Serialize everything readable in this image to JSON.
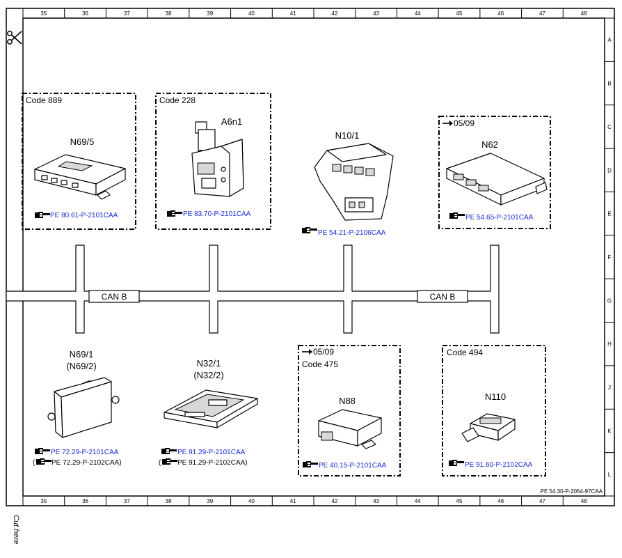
{
  "ruler": {
    "columns": [
      "35",
      "36",
      "37",
      "38",
      "39",
      "40",
      "41",
      "42",
      "43",
      "44",
      "45",
      "46",
      "47",
      "48"
    ],
    "rows": [
      "A",
      "B",
      "C",
      "D",
      "E",
      "F",
      "G",
      "H",
      "J",
      "K",
      "L"
    ]
  },
  "cut_label": "Cut here",
  "drawing_ref": "PE 54.30-P-2054-97CAA",
  "bus": {
    "left_label": "CAN B",
    "right_label": "CAN B"
  },
  "top_components": [
    {
      "code": "Code 889",
      "name": "N69/5",
      "ref": "PE 80.61-P-2101CAA"
    },
    {
      "code": "Code 228",
      "name": "A6n1",
      "ref": "PE 83.70-P-2101CAA"
    },
    {
      "name": "N10/1",
      "ref": "PE 54.21-P-2106CAA"
    },
    {
      "note": "05/09",
      "name": "N62",
      "ref": "PE 54.65-P-2101CAA"
    }
  ],
  "bottom_components": [
    {
      "name": "N69/1",
      "alt_name": "(N69/2)",
      "ref": "PE 72.29-P-2101CAA",
      "alt_ref_open": "(",
      "alt_ref": "PE 72.29-P-2102CAA)"
    },
    {
      "name": "N32/1",
      "alt_name": "(N32/2)",
      "ref": "PE 91.29-P-2101CAA",
      "alt_ref_open": "(",
      "alt_ref": "PE 91.29-P-2102CAA)"
    },
    {
      "note": "05/09",
      "code": "Code 475",
      "name": "N88",
      "ref": "PE 40.15-P-2101CAA"
    },
    {
      "code": "Code 494",
      "name": "N110",
      "ref": "PE 91.60-P-2102CAA"
    }
  ],
  "colors": {
    "reference_link": "#1a2bd6",
    "ink": "#000000"
  },
  "icons": {
    "reference": "pointing-hand-icon",
    "scissors": "scissors-icon",
    "note_arrow": "arrow-right-icon"
  }
}
